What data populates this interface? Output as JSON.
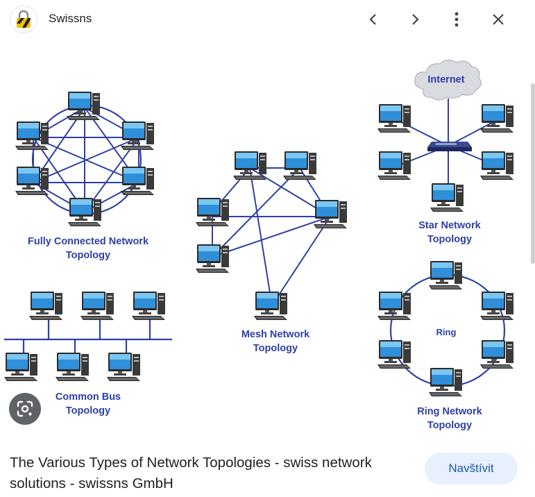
{
  "header": {
    "site_name": "Swissns",
    "icons": [
      "site-lock-logo-icon",
      "chevron-left-icon",
      "chevron-right-icon",
      "more-vert-icon",
      "close-icon"
    ]
  },
  "diagram": {
    "fully_connected": {
      "line1": "Fully Connected Network",
      "line2": "Topology"
    },
    "mesh": {
      "line1": "Mesh Network",
      "line2": "Topology"
    },
    "star": {
      "internet": "Internet",
      "line1": "Star Network",
      "line2": "Topology"
    },
    "bus": {
      "line1": "Common Bus",
      "line2": "Topology"
    },
    "ring": {
      "center": "Ring",
      "line1": "Ring Network",
      "line2": "Topology"
    }
  },
  "caption": {
    "title": "The Various Types of Network Topologies - swiss network solutions - swissns GmbH"
  },
  "visit_button": {
    "label": "Navštívit"
  },
  "colors": {
    "link": "#2e3fa8",
    "label": "#2e3fa8",
    "button_bg": "#e8f0fe",
    "button_text": "#1a56b6"
  }
}
